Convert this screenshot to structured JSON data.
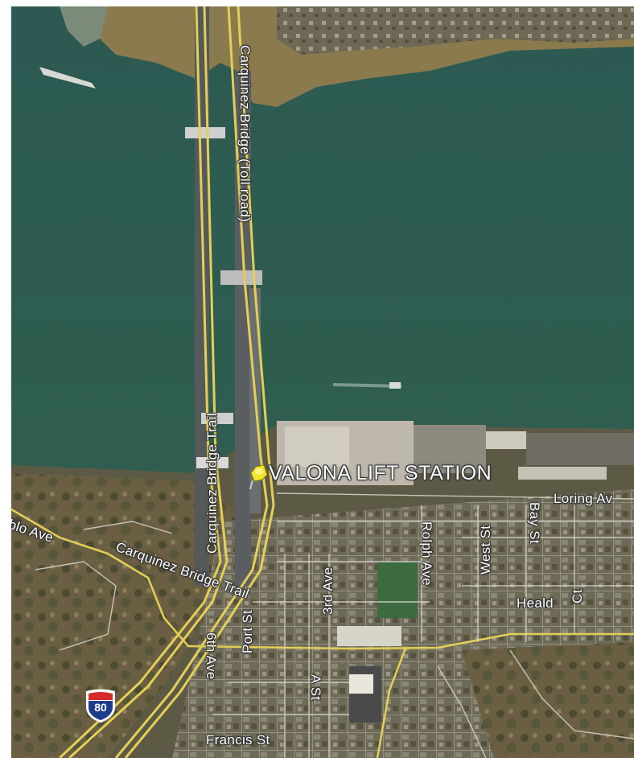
{
  "map": {
    "placemark": {
      "label": "VALONA LIFT STATION",
      "icon": "yellow-pushpin-icon",
      "color": "#f2e52a"
    },
    "roads": {
      "bridge": "Carquinez Bridge (Toll road)",
      "trail": "Carquinez Bridge Trail",
      "pablo": "blo Ave",
      "carquinez_trail_low": "Carquinez Bridge Trail",
      "loring": "Loring Av",
      "rolph": "Rolph Ave",
      "west": "West St",
      "bay": "Bay St",
      "heald": "Heald",
      "heald_ct": "Ct",
      "third": "3rd Ave",
      "port": "Port St",
      "sixth": "6th Ave",
      "a_st": "A St",
      "francis": "Francis St"
    },
    "highway_shield": {
      "number": "80",
      "icon": "interstate-shield-icon",
      "colors": {
        "top": "#d52b2b",
        "bottom": "#1f3c8c"
      }
    },
    "colors": {
      "water": "#2f5b4f",
      "road": "#e3cf56",
      "land_north": "#8a7a4d",
      "land_south": "#5c5a45"
    }
  }
}
